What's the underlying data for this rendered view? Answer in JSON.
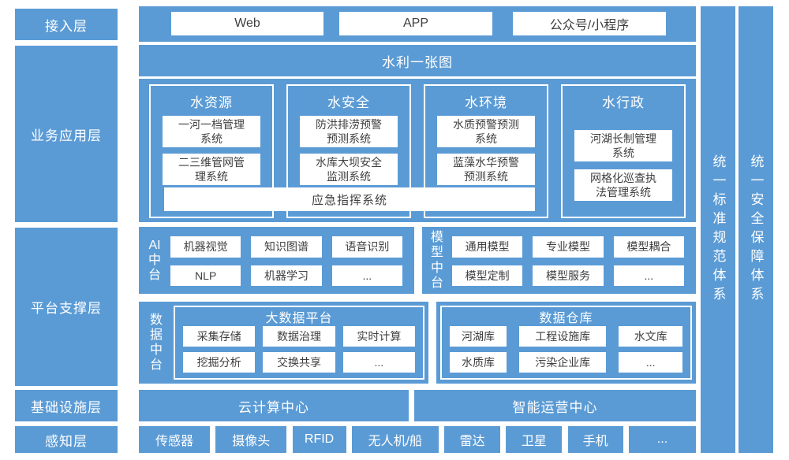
{
  "colors": {
    "primary_blue": "#5b9bd5",
    "box_text_dark": "#3f3f3f",
    "label_text_white": "#ffffff",
    "background": "#ffffff"
  },
  "layers": {
    "access": {
      "label": "接入层",
      "items": [
        "Web",
        "APP",
        "公众号/小程序"
      ]
    },
    "business": {
      "label": "业务应用层",
      "one_map": "水利一张图",
      "groups": [
        {
          "title": "水资源",
          "systems": [
            "一河一档管理\n系统",
            "二三维管网管\n理系统"
          ]
        },
        {
          "title": "水安全",
          "systems": [
            "防洪排涝预警\n预测系统",
            "水库大坝安全\n监测系统"
          ]
        },
        {
          "title": "水环境",
          "systems": [
            "水质预警预测\n系统",
            "蓝藻水华预警\n预测系统"
          ]
        },
        {
          "title": "水行政",
          "systems": [
            "河湖长制管理\n系统",
            "网格化巡查执\n法管理系统"
          ]
        }
      ],
      "emergency": "应急指挥系统"
    },
    "platform": {
      "label": "平台支撑层",
      "ai": {
        "label": "AI中台",
        "label_lines": [
          "AI",
          "中",
          "台"
        ],
        "items": [
          "机器视觉",
          "知识图谱",
          "语音识别",
          "NLP",
          "机器学习",
          "..."
        ]
      },
      "model": {
        "label": "模型中台",
        "label_lines": [
          "模",
          "型",
          "中",
          "台"
        ],
        "items": [
          "通用模型",
          "专业模型",
          "模型耦合",
          "模型定制",
          "模型服务",
          "..."
        ]
      },
      "data": {
        "label": "数据中台",
        "label_lines": [
          "数",
          "据",
          "中",
          "台"
        ],
        "title": "大数据平台",
        "items": [
          "采集存储",
          "数据治理",
          "实时计算",
          "挖掘分析",
          "交换共享",
          "..."
        ]
      },
      "warehouse": {
        "title": "数据仓库",
        "items": [
          "河湖库",
          "工程设施库",
          "水文库",
          "水质库",
          "污染企业库",
          "..."
        ]
      }
    },
    "infrastructure": {
      "label": "基础设施层",
      "items": [
        "云计算中心",
        "智能运营中心"
      ]
    },
    "perception": {
      "label": "感知层",
      "items": [
        "传感器",
        "摄像头",
        "RFID",
        "无人机/船",
        "雷达",
        "卫星",
        "手机",
        "..."
      ]
    }
  },
  "side_bars": [
    {
      "text": "统一标准规范体系"
    },
    {
      "text": "统一安全保障体系"
    }
  ]
}
